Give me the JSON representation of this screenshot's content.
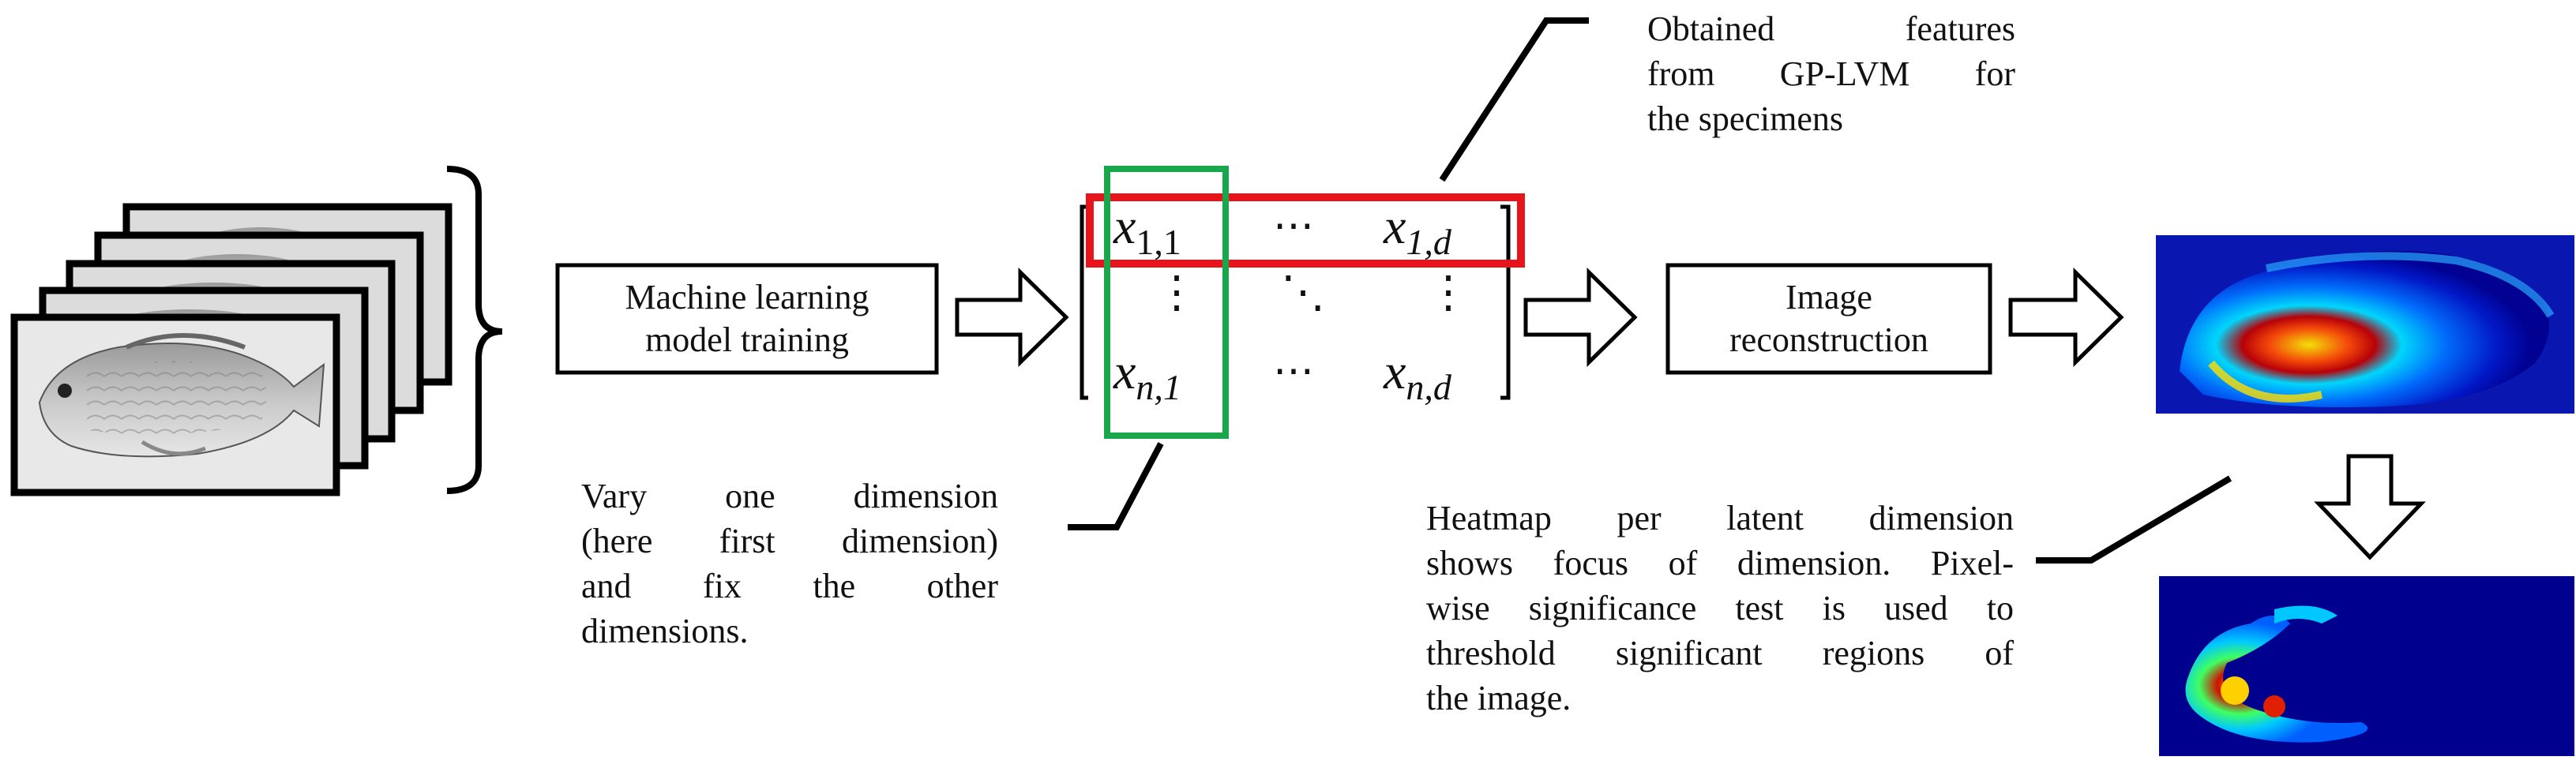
{
  "training_box": {
    "line1": "Machine learning",
    "line2": "model training"
  },
  "reconstruction_box": {
    "line1": "Image",
    "line2": "reconstruction"
  },
  "features_caption": [
    "Obtained features",
    "from GP-LVM for",
    "the specimens"
  ],
  "vary_caption": [
    "Vary one dimension",
    "(here first dimension)",
    "and fix the other",
    "dimensions."
  ],
  "heatmap_caption": [
    "Heatmap per latent dimension",
    "shows focus of dimension. Pixel-",
    "wise significance test is used to",
    "threshold significant regions of",
    "the image."
  ],
  "matrix": {
    "x11": "x",
    "x11_sub": "1,1",
    "x1d": "x",
    "x1d_sub": "1,d",
    "xn1": "x",
    "xn1_sub": "n,1",
    "xnd": "x",
    "xnd_sub": "n,d",
    "hdots": "⋯",
    "vdots": "⋮",
    "ddots": "⋱"
  },
  "colors": {
    "row_highlight": "#e8141c",
    "column_highlight": "#1aa64a",
    "heatmap_background": "#00008f"
  }
}
